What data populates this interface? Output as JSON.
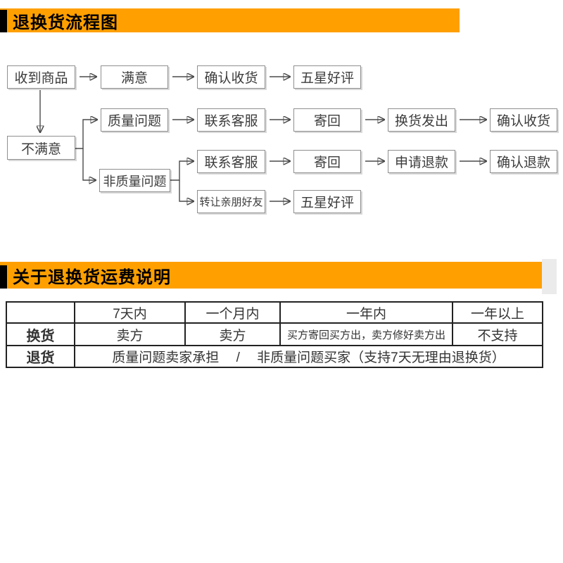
{
  "colors": {
    "banner_orange": "#FFA000",
    "accent_black": "#000000",
    "box_border": "#8f8f8f",
    "table_border": "#222222",
    "connector": "#4a4a4a"
  },
  "banners": {
    "flow_title": "退换货流程图",
    "shipping_title": "关于退换货运费说明"
  },
  "flowchart": {
    "received": "收到商品",
    "satisfied": "满意",
    "confirm_receipt_top": "确认收货",
    "five_star_top": "五星好评",
    "quality_issue": "质量问题",
    "contact_service_exchange": "联系客服",
    "send_back_exchange": "寄回",
    "exchange_sent": "换货发出",
    "confirm_receipt_exchange": "确认收货",
    "unsatisfied": "不满意",
    "non_quality_issue": "非质量问题",
    "contact_service_refund": "联系客服",
    "send_back_refund": "寄回",
    "request_refund": "申请退款",
    "confirm_refund": "确认退款",
    "transfer_friends": "转让亲朋好友",
    "five_star_bottom": "五星好评"
  },
  "table": {
    "headers": [
      "",
      "7天内",
      "一个月内",
      "一年内",
      "一年以上"
    ],
    "exchange_row": {
      "label": "换货",
      "within_7_days": "卖方",
      "within_month": "卖方",
      "within_year": "买方寄回买方出，卖方修好卖方出",
      "over_year": "不支持"
    },
    "return_row": {
      "label": "退货",
      "policy": "质量问题卖家承担　  /  　非质量问题买家（支持7天无理由退换货）"
    }
  }
}
